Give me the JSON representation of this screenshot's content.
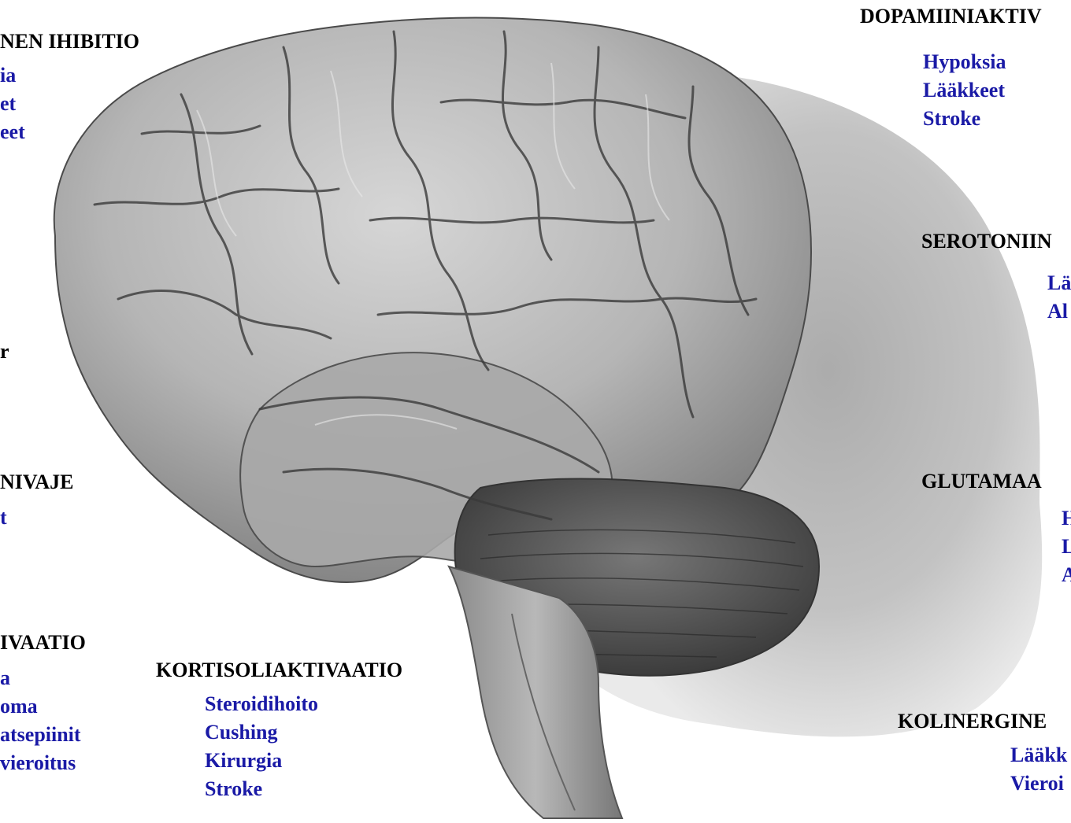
{
  "colors": {
    "heading": "#000000",
    "item": "#1a1aa6",
    "background": "#ffffff"
  },
  "groups": [
    {
      "key": "gaba",
      "heading": "NEN IHIBITIO",
      "items": [
        "ia",
        "et",
        "eet"
      ]
    },
    {
      "key": "dopamiini",
      "heading": "DOPAMIINIAKTIV",
      "items": [
        "Hypoksia",
        "Lääkkeet",
        "Stroke"
      ]
    },
    {
      "key": "serotoniini",
      "heading": "SEROTONIIN",
      "items": [
        "Lä",
        "Al"
      ]
    },
    {
      "key": "glutamaatti",
      "heading": "GLUTAMAA",
      "items": [
        "H",
        "L",
        "A"
      ]
    },
    {
      "key": "kolinerginen",
      "heading": "KOLINERGINE",
      "items": [
        "Lääkk",
        "Vieroi"
      ]
    },
    {
      "key": "nivaje",
      "heading": "NIVAJE",
      "items": [
        "t"
      ]
    },
    {
      "key": "ivaatio",
      "heading": "IVAATIO",
      "items": [
        "a",
        "oma",
        "atsepiinit",
        "vieroitus"
      ]
    },
    {
      "key": "kortisoli",
      "heading": "KORTISOLIAKTIVAATIO",
      "items": [
        "Steroidihoito",
        "Cushing",
        "Kirurgia",
        "Stroke"
      ]
    }
  ],
  "stray_mark": "r"
}
